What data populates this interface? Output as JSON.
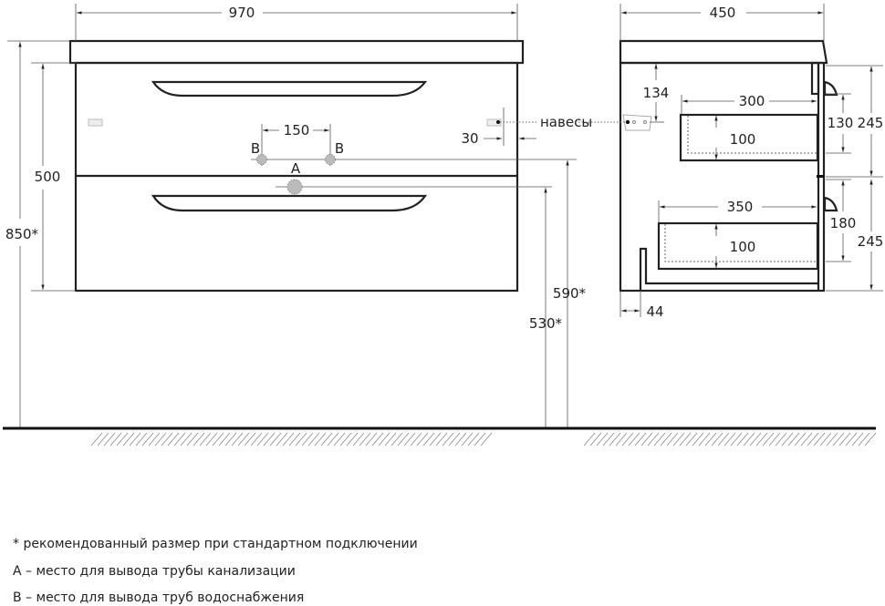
{
  "front_view": {
    "width": "970",
    "height_total": "850*",
    "height_body": "500",
    "pipe_spacing": "150",
    "hinge_offset": "30",
    "hinge_label": "навесы",
    "label_b1": "B",
    "label_b2": "B",
    "label_a": "A",
    "height_water": "590*",
    "height_drain": "530*"
  },
  "side_view": {
    "depth": "450",
    "hinge_height": "134",
    "upper_drawer_depth": "300",
    "upper_drawer_height": "100",
    "lower_drawer_depth": "350",
    "lower_drawer_height": "100",
    "upper_inner": "130",
    "upper_front": "245",
    "lower_inner": "180",
    "lower_front": "245",
    "plinth": "44"
  },
  "notes": [
    "* рекомендованный размер при стандартном подключении",
    "А – место для вывода трубы канализации",
    "В – место для вывода труб водоснабжения"
  ]
}
